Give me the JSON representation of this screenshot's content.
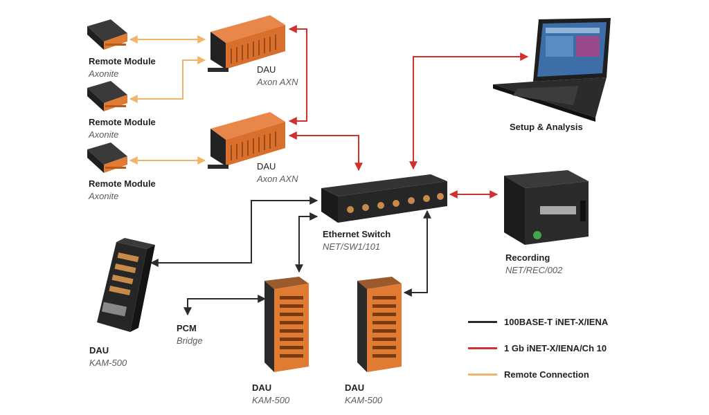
{
  "colors": {
    "eth100": "#2b2b2b",
    "gb": "#d32f2f",
    "remote": "#f0b46c",
    "orange_body": "#e07b33",
    "dark_body": "#2a2a2a"
  },
  "nodes": {
    "remote1": {
      "title": "Remote Module",
      "subtitle": "Axonite"
    },
    "remote2": {
      "title": "Remote Module",
      "subtitle": "Axonite"
    },
    "remote3": {
      "title": "Remote Module",
      "subtitle": "Axonite"
    },
    "dau_axn1": {
      "title": "DAU",
      "subtitle": "Axon AXN"
    },
    "dau_axn2": {
      "title": "DAU",
      "subtitle": "Axon AXN"
    },
    "switch": {
      "title": "Ethernet Switch",
      "subtitle": "NET/SW1/101"
    },
    "laptop": {
      "title": "Setup & Analysis"
    },
    "recorder": {
      "title": "Recording",
      "subtitle": "NET/REC/002"
    },
    "dau_kam_left": {
      "title": "DAU",
      "subtitle": "KAM-500"
    },
    "pcm": {
      "title": "PCM",
      "subtitle": "Bridge"
    },
    "dau_kam_mid": {
      "title": "DAU",
      "subtitle": "KAM-500"
    },
    "dau_kam_right": {
      "title": "DAU",
      "subtitle": "KAM-500"
    }
  },
  "legend": [
    {
      "label": "100BASE-T iNET-X/IENA",
      "color_key": "eth100"
    },
    {
      "label": "1 Gb iNET-X/IENA/Ch 10",
      "color_key": "gb"
    },
    {
      "label": "Remote Connection",
      "color_key": "remote"
    }
  ]
}
